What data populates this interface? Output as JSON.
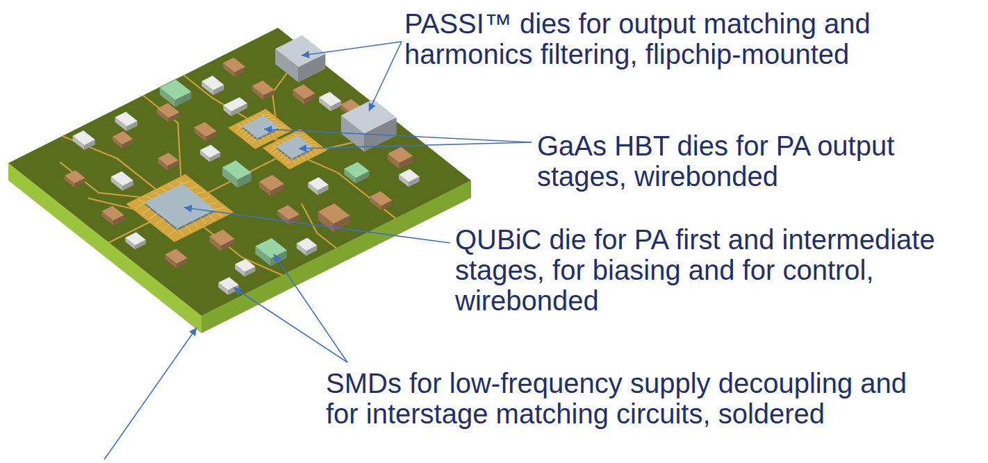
{
  "diagram": {
    "labels": [
      "PASSI™ dies for output matching and harmonics filtering, flipchip-mounted",
      "GaAs HBT dies for PA output stages, wirebonded",
      "QUBiC die for PA first and intermediate stages, for biasing and for control, wirebonded",
      "SMDs for low-frequency supply decoupling and for interstage matching circuits, soldered"
    ]
  }
}
